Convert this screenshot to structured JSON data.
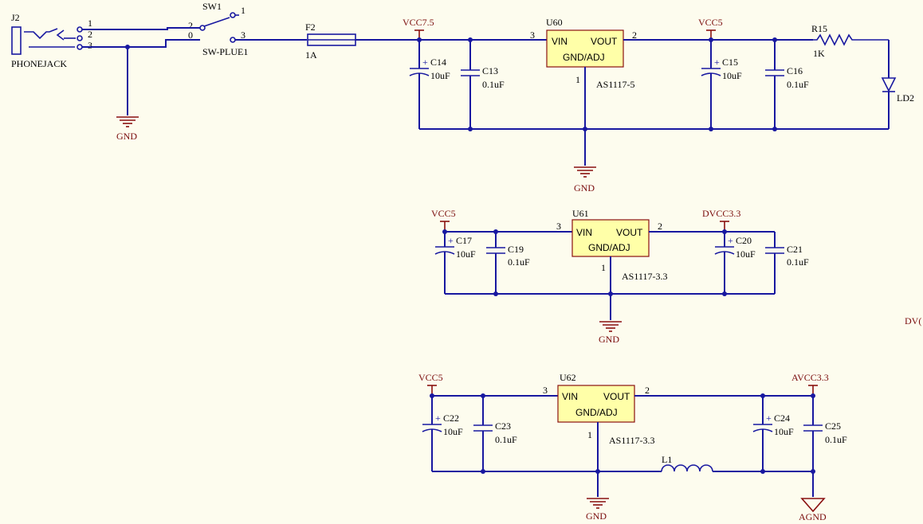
{
  "colors": {
    "background": "#fdfcee",
    "wire": "#1818a0",
    "net_label": "#7a0c0c",
    "chip_fill": "#ffffa8"
  },
  "connector": {
    "ref": "J2",
    "name": "PHONEJACK",
    "pins": [
      "1",
      "2",
      "3"
    ]
  },
  "switch": {
    "ref": "SW1",
    "name": "SW-PLUE1",
    "pins": [
      "1",
      "2",
      "0",
      "3"
    ]
  },
  "fuse": {
    "ref": "F2",
    "value": "1A"
  },
  "regulators": [
    {
      "ref": "U60",
      "part": "AS1117-5",
      "vin": "VIN",
      "vout": "VOUT",
      "gnd": "GND/ADJ",
      "pin_in": "3",
      "pin_out": "2",
      "pin_gnd": "1"
    },
    {
      "ref": "U61",
      "part": "AS1117-3.3",
      "vin": "VIN",
      "vout": "VOUT",
      "gnd": "GND/ADJ",
      "pin_in": "3",
      "pin_out": "2",
      "pin_gnd": "1"
    },
    {
      "ref": "U62",
      "part": "AS1117-3.3",
      "vin": "VIN",
      "vout": "VOUT",
      "gnd": "GND/ADJ",
      "pin_in": "3",
      "pin_out": "2",
      "pin_gnd": "1"
    }
  ],
  "capacitors": [
    {
      "ref": "C14",
      "value": "10uF"
    },
    {
      "ref": "C13",
      "value": "0.1uF"
    },
    {
      "ref": "C15",
      "value": "10uF"
    },
    {
      "ref": "C16",
      "value": "0.1uF"
    },
    {
      "ref": "C17",
      "value": "10uF"
    },
    {
      "ref": "C19",
      "value": "0.1uF"
    },
    {
      "ref": "C20",
      "value": "10uF"
    },
    {
      "ref": "C21",
      "value": "0.1uF"
    },
    {
      "ref": "C22",
      "value": "10uF"
    },
    {
      "ref": "C23",
      "value": "0.1uF"
    },
    {
      "ref": "C24",
      "value": "10uF"
    },
    {
      "ref": "C25",
      "value": "0.1uF"
    }
  ],
  "resistor": {
    "ref": "R15",
    "value": "1K"
  },
  "led": {
    "ref": "LD2"
  },
  "inductor": {
    "ref": "L1"
  },
  "nets": {
    "vcc75": "VCC7.5",
    "vcc5": "VCC5",
    "dvcc33": "DVCC3.3",
    "avcc33": "AVCC3.3",
    "gnd": "GND",
    "agnd": "AGND",
    "dv_partial": "DV("
  }
}
